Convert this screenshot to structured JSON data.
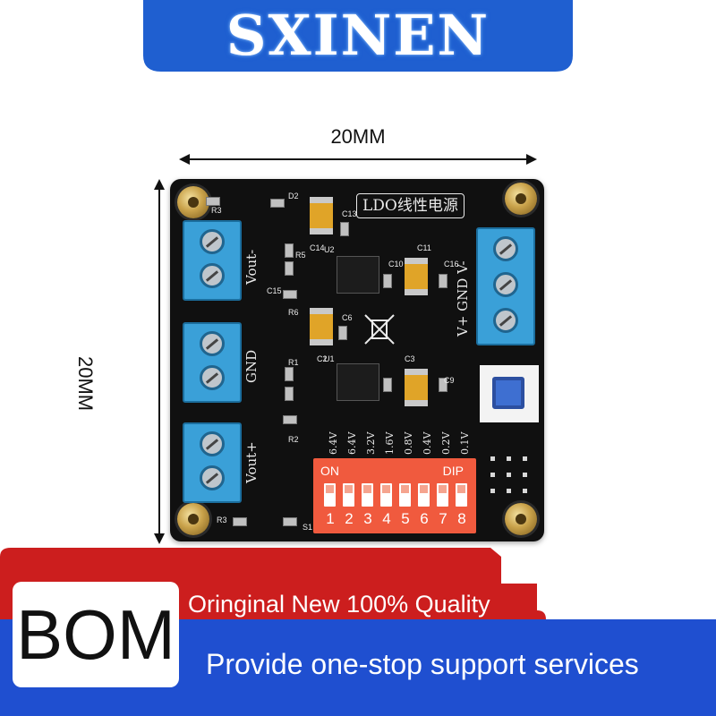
{
  "brand": "SXINEN",
  "dimensions": {
    "width_label": "20MM",
    "height_label": "20MM"
  },
  "board": {
    "title": "LDO线性电源",
    "left_terminals": [
      "Vout-",
      "GND",
      "Vout+"
    ],
    "right_terminal": "V+ GND V-",
    "dip": {
      "on_label": "ON",
      "dip_label": "DIP",
      "positions": [
        "1",
        "2",
        "3",
        "4",
        "5",
        "6",
        "7",
        "8"
      ],
      "voltages": [
        "6.4V",
        "6.4V",
        "3.2V",
        "1.6V",
        "0.8V",
        "0.4V",
        "0.2V",
        "0.1V"
      ]
    },
    "silkscreen": {
      "s1": "S1",
      "r1": "R1",
      "r2": "R2",
      "r3": "R3",
      "r5": "R5",
      "r6": "R6",
      "c2": "C2",
      "c3": "C3",
      "c6": "C6",
      "c9": "C9",
      "c10": "C10",
      "c11": "C11",
      "c13": "C13",
      "c14": "C14",
      "c15": "C15",
      "c16": "C16",
      "u1": "U1",
      "u2": "U2",
      "d2": "D2"
    }
  },
  "banner": {
    "bom": "BOM",
    "line1": "Oringinal   New 100% Quality",
    "line2": "Provide one-stop support services"
  },
  "colors": {
    "top_banner": "#1f5fd0",
    "bottom_red": "#cc1e1e",
    "bottom_blue": "#1f4fd0",
    "dip_switch": "#f05a3e",
    "terminal_blue": "#3aa0d8"
  }
}
